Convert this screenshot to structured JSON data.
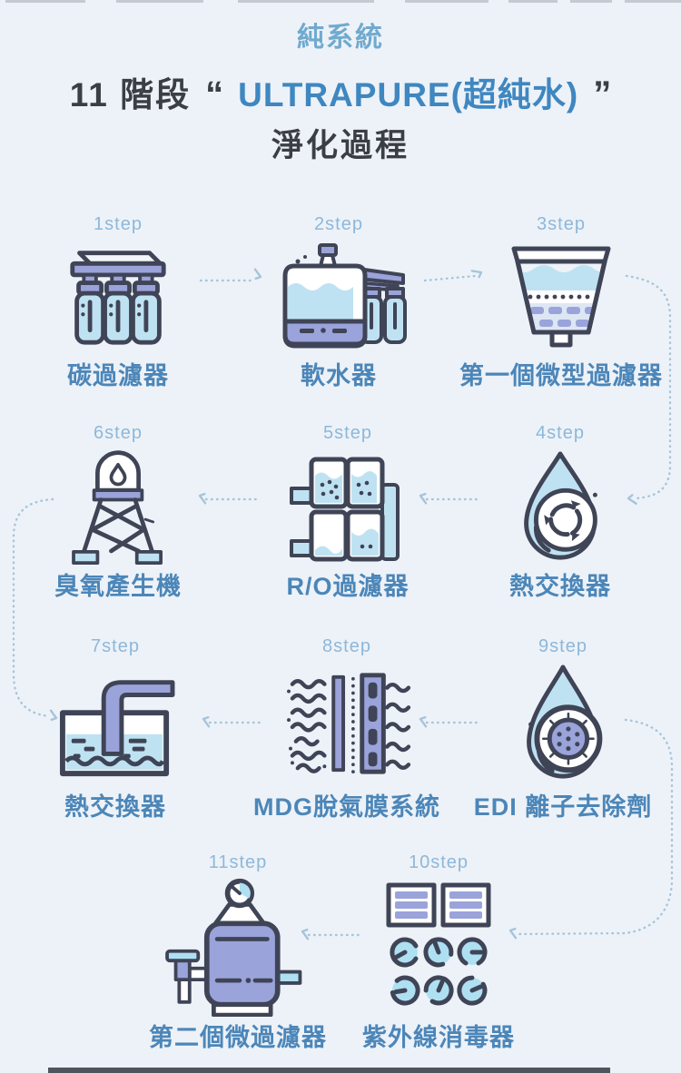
{
  "title": {
    "brand": "純系統",
    "stage_prefix": "11 階段",
    "quote_open": "“",
    "headline": "ULTRAPURE(超純水)",
    "quote_close": "”",
    "subtitle": "淨化過程"
  },
  "steps": [
    {
      "step_label": "1step",
      "name": "碳過濾器",
      "icon": "carbon-filter-icon"
    },
    {
      "step_label": "2step",
      "name": "軟水器",
      "icon": "water-softener-icon"
    },
    {
      "step_label": "3step",
      "name": "第一個微型過濾器",
      "icon": "micro-filter-icon"
    },
    {
      "step_label": "6step",
      "name": "臭氧產生機",
      "icon": "ozone-generator-icon"
    },
    {
      "step_label": "5step",
      "name": "R/O過濾器",
      "icon": "ro-filter-icon"
    },
    {
      "step_label": "4step",
      "name": "熱交換器",
      "icon": "recycle-drop-icon"
    },
    {
      "step_label": "7step",
      "name": "熱交換器",
      "icon": "pour-tank-icon"
    },
    {
      "step_label": "8step",
      "name": "MDG脫氣膜系統",
      "icon": "degas-membrane-icon"
    },
    {
      "step_label": "9step",
      "name": "EDI 離子去除劑",
      "icon": "edi-drop-icon"
    },
    {
      "step_label": "11step",
      "name": "第二個微過濾器",
      "icon": "pressure-vessel-icon"
    },
    {
      "step_label": "10step",
      "name": "紫外線消毒器",
      "icon": "uv-sterilizer-icon"
    }
  ],
  "connectors": [
    {
      "between": [
        "1step",
        "2step"
      ],
      "arrow_points": "right"
    },
    {
      "between": [
        "2step",
        "3step"
      ],
      "arrow_points": "right"
    },
    {
      "between": [
        "3step",
        "4step"
      ],
      "arrow_points": "down-left into 4step"
    },
    {
      "between": [
        "4step",
        "5step"
      ],
      "arrow_points": "left"
    },
    {
      "between": [
        "5step",
        "6step"
      ],
      "arrow_points": "left"
    },
    {
      "between": [
        "6step",
        "7step"
      ],
      "arrow_points": "down-right into 7step"
    },
    {
      "between": [
        "7step",
        "8step"
      ],
      "arrow_points": "left"
    },
    {
      "between": [
        "8step",
        "9step"
      ],
      "arrow_points": "left"
    },
    {
      "between": [
        "9step",
        "10step"
      ],
      "arrow_points": "down-left into 10step"
    },
    {
      "between": [
        "10step",
        "11step"
      ],
      "arrow_points": "left"
    }
  ],
  "palette": {
    "background": "#edf2f8",
    "brand_blue": "#70aacf",
    "headline_blue": "#3f87c0",
    "dark_text": "#3b3e45",
    "step_label_blue": "#8db8da",
    "name_blue": "#4c86b8",
    "icon_outline": "#3f4456",
    "icon_light_blue": "#bfe2f2",
    "icon_purple": "#9aa3da",
    "connector_blue": "#a6c4da"
  }
}
